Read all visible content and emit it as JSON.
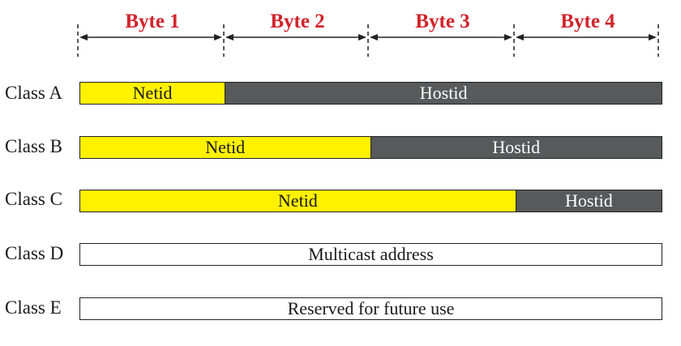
{
  "bytes": [
    "Byte 1",
    "Byte 2",
    "Byte 3",
    "Byte 4"
  ],
  "classes": [
    {
      "label": "Class A",
      "netid": "Netid",
      "hostid": "Hostid",
      "net_bytes": 1
    },
    {
      "label": "Class B",
      "netid": "Netid",
      "hostid": "Hostid",
      "net_bytes": 2
    },
    {
      "label": "Class C",
      "netid": "Netid",
      "hostid": "Hostid",
      "net_bytes": 3
    },
    {
      "label": "Class D",
      "text": "Multicast address"
    },
    {
      "label": "Class E",
      "text": "Reserved for future use"
    }
  ],
  "colors": {
    "byte_label": "#d2232a",
    "netid_fill": "#fff200",
    "hostid_fill": "#58595b",
    "hostid_text": "#ffffff",
    "text": "#1a1a1a",
    "line": "#222222"
  }
}
